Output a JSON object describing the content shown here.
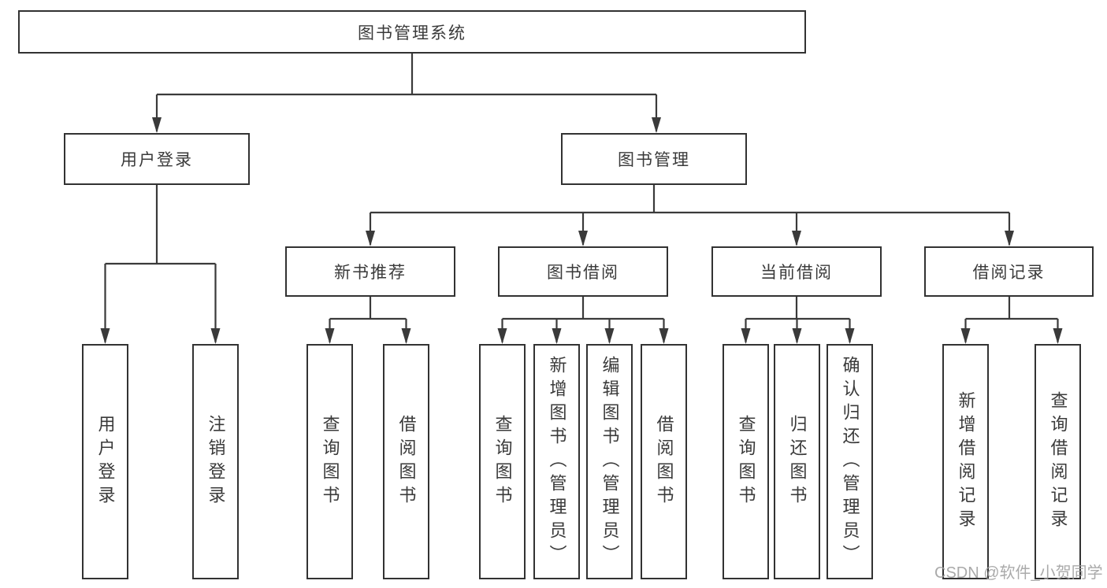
{
  "diagram": {
    "root": {
      "label": "图书管理系统"
    },
    "level2": [
      {
        "label": "用户登录"
      },
      {
        "label": "图书管理"
      }
    ],
    "level3": [
      {
        "label": "新书推荐"
      },
      {
        "label": "图书借阅"
      },
      {
        "label": "当前借阅"
      },
      {
        "label": "借阅记录"
      }
    ],
    "leaves": {
      "user_login": [
        "用户登录",
        "注销登录"
      ],
      "new_book": [
        "查询图书",
        "借阅图书"
      ],
      "book_borrow": [
        "查询图书",
        "新增图书（管理员）",
        "编辑图书（管理员）",
        "借阅图书"
      ],
      "current_borrow": [
        "查询图书",
        "归还图书",
        "确认归还（管理员）"
      ],
      "borrow_record": [
        "新增借阅记录",
        "查询借阅记录"
      ]
    }
  },
  "watermark": "CSDN @软件_小贺同学",
  "colors": {
    "line": "#3a3a3a",
    "border": "#323232",
    "text": "#3a3a3a",
    "background": "#ffffff",
    "watermark": "#9e9e9e"
  }
}
